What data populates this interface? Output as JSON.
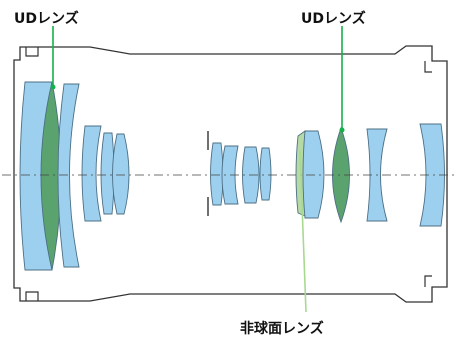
{
  "labels": {
    "ud_left": "UDレンズ",
    "ud_right": "UDレンズ",
    "aspherical": "非球面レンズ"
  },
  "colors": {
    "lens_fill": "#9dd0ee",
    "lens_stroke": "#4c6f86",
    "ud_fill": "#5aa36e",
    "aspherical_fill": "#b7d9a5",
    "leader_line": "#15b04a",
    "aspherical_leader": "#a9d98f",
    "barrel_outline": "#333333",
    "optical_axis": "#444444"
  },
  "elements": [
    {
      "name": "front-lens-element",
      "type": "standard"
    },
    {
      "name": "ud-lens-element-front",
      "type": "ud"
    },
    {
      "name": "meniscus-lens-element-1",
      "type": "standard"
    },
    {
      "name": "group-1-lens-element-1",
      "type": "standard"
    },
    {
      "name": "group-1-lens-element-2",
      "type": "standard"
    },
    {
      "name": "group-1-lens-element-3",
      "type": "standard"
    },
    {
      "name": "aperture-stop",
      "type": "stop"
    },
    {
      "name": "group-2-lens-element-1",
      "type": "standard"
    },
    {
      "name": "group-2-lens-element-2",
      "type": "standard"
    },
    {
      "name": "group-2-lens-element-3",
      "type": "standard"
    },
    {
      "name": "group-2-lens-element-4",
      "type": "standard"
    },
    {
      "name": "aspherical-lens-element",
      "type": "aspherical"
    },
    {
      "name": "group-3-lens-element-2",
      "type": "standard"
    },
    {
      "name": "ud-lens-element-rear",
      "type": "ud"
    },
    {
      "name": "group-4-lens-element",
      "type": "standard"
    },
    {
      "name": "rear-lens-element",
      "type": "standard"
    }
  ]
}
